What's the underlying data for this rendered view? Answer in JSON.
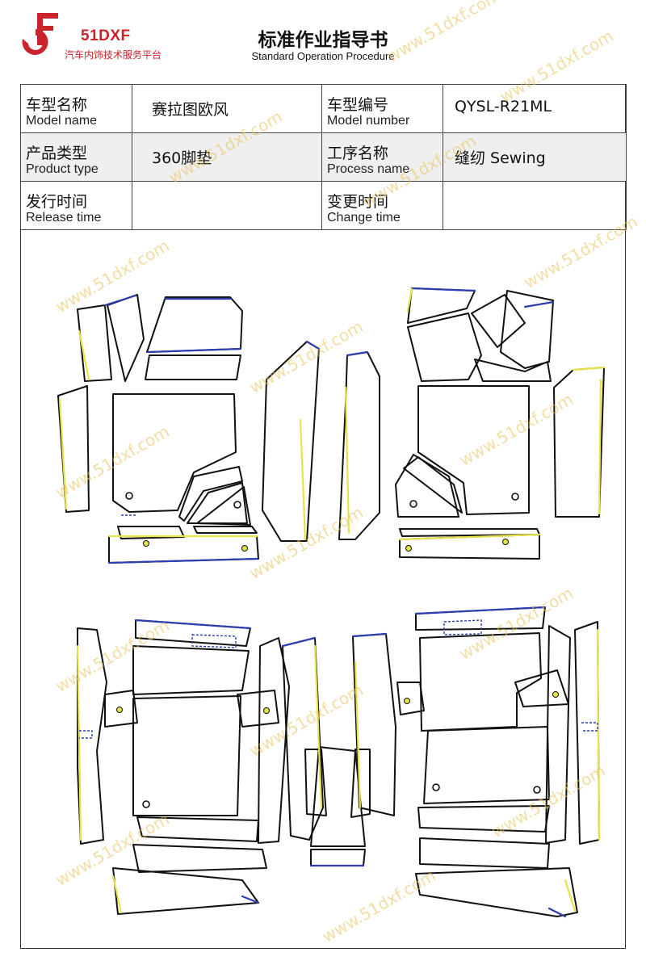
{
  "logo": {
    "brand": "51DXF",
    "tagline": "汽车内饰技术服务平台"
  },
  "header": {
    "title": "标准作业指导书",
    "subtitle": "Standard Operation Procedure"
  },
  "info": {
    "model_name_cn": "车型名称",
    "model_name_en": "Model name",
    "model_name_value": "赛拉图欧风",
    "model_number_cn": "车型编号",
    "model_number_en": "Model number",
    "model_number_value": "QYSL-R21ML",
    "product_type_cn": "产品类型",
    "product_type_en": "Product type",
    "product_type_value": "360脚垫",
    "process_name_cn": "工序名称",
    "process_name_en": "Process name",
    "process_name_value": "缝纫 Sewing",
    "release_time_cn": "发行时间",
    "release_time_en": "Release time",
    "release_time_value": "",
    "change_time_cn": "变更时间",
    "change_time_en": "Change time",
    "change_time_value": ""
  },
  "watermark": "www.51dxf.com",
  "colors": {
    "brand_red": "#c9242b",
    "outline": "#111111",
    "edge_blue": "#2b3fb0",
    "edge_yellow": "#e6e34a"
  }
}
